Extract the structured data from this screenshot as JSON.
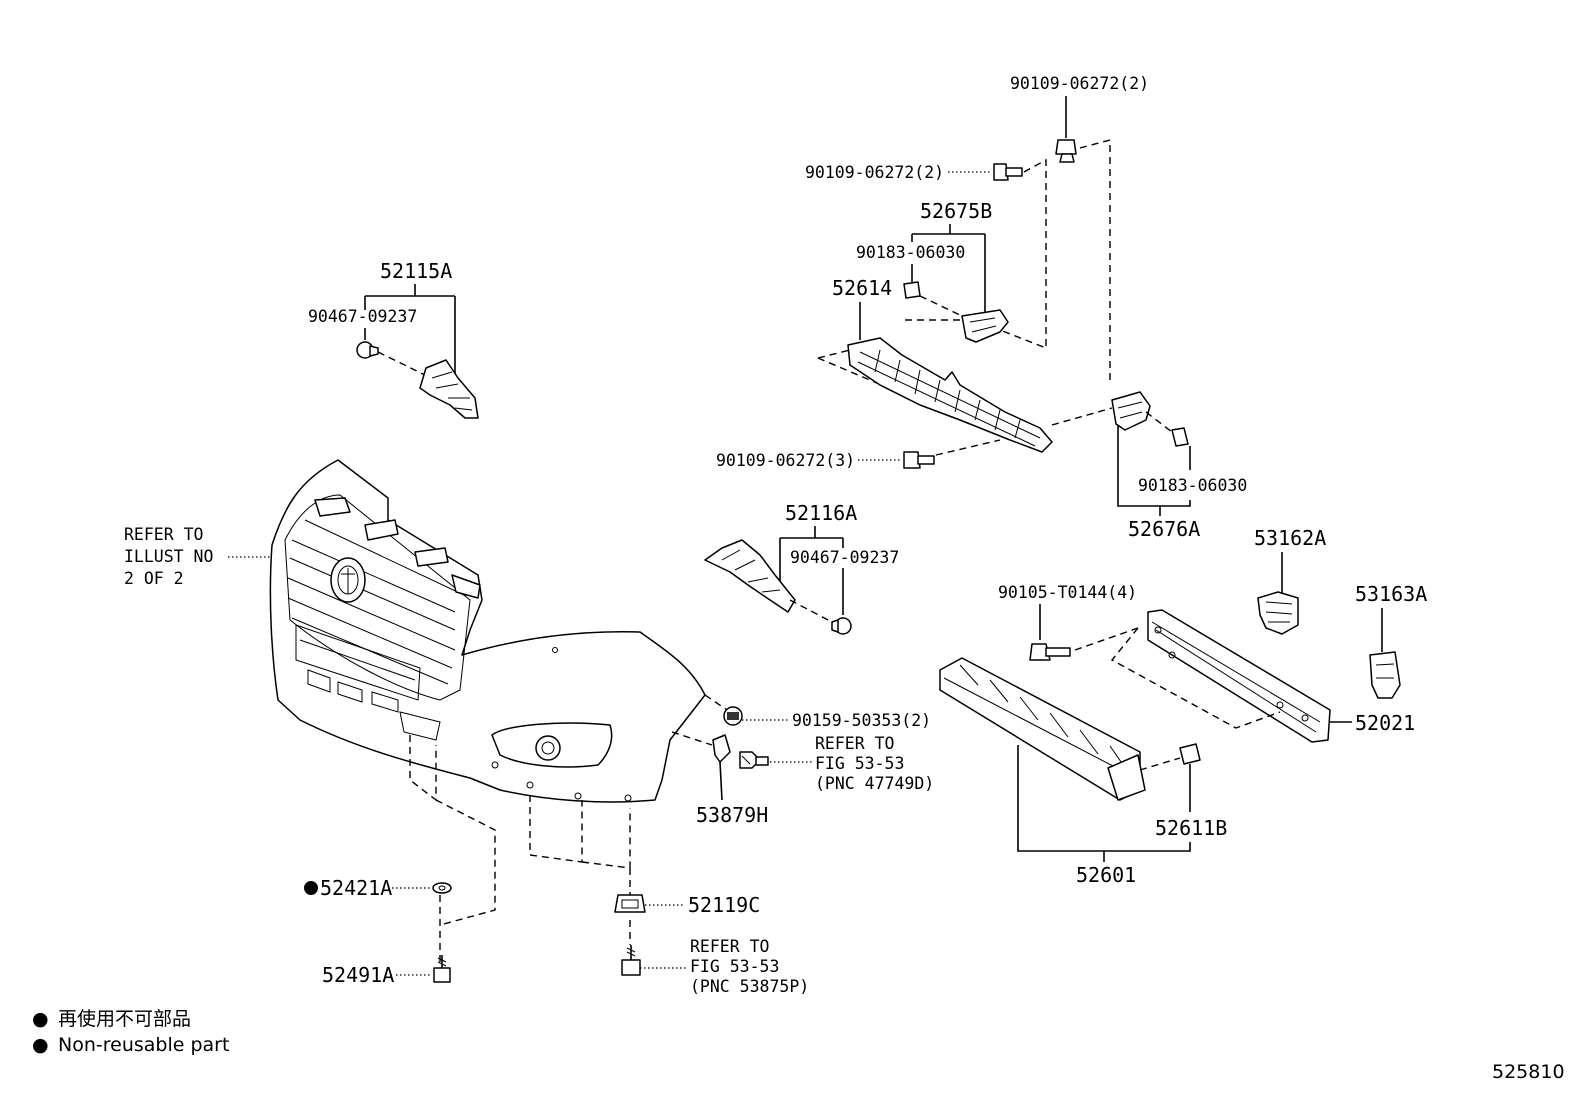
{
  "labels": {
    "p52115a": "52115A",
    "p90467_top": "90467-09237",
    "p52116a": "52116A",
    "p90467_mid": "90467-09237",
    "p90109_a": "90109-06272(2)",
    "p90109_b": "90109-06272(2)",
    "p52675b": "52675B",
    "p90183_top": "90183-06030",
    "p52614": "52614",
    "p90109_c": "90109-06272(3)",
    "p90183_bot": "90183-06030",
    "p52676a": "52676A",
    "p53162a": "53162A",
    "p53163a": "53163A",
    "p90105": "90105-T0144(4)",
    "p52021": "52021",
    "p90159": "90159-50353(2)",
    "p53879h": "53879H",
    "p52611b": "52611B",
    "p52601": "52601",
    "p52421a": "52421A",
    "p52491a": "52491A",
    "p52119c": "52119C"
  },
  "notes": {
    "refer_illust": [
      "REFER TO",
      "ILLUST NO",
      "2 OF 2"
    ],
    "refer_fig_a": [
      "REFER TO",
      "FIG 53-53",
      "(PNC 47749D)"
    ],
    "refer_fig_b": [
      "REFER TO",
      "FIG 53-53",
      "(PNC 53875P)"
    ]
  },
  "legend": {
    "jp": "再使用不可部品",
    "en": "Non-reusable part",
    "marker_symbol": "●"
  },
  "illustration_number": "525810"
}
